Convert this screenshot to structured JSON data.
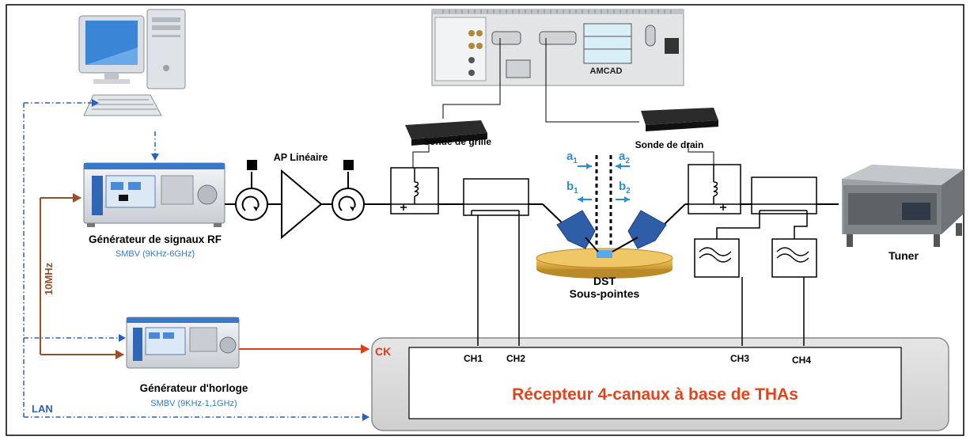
{
  "labels": {
    "rf_gen_title": "Générateur de signaux RF",
    "rf_gen_model": "SMBV (9KHz-6GHz)",
    "clock_gen_title": "Générateur d'horloge",
    "clock_gen_model": "SMBV (9KHz-1,1GHz)",
    "amp": "AP Linéaire",
    "gate_probe": "Sonde de grille",
    "drain_probe": "Sonde de drain",
    "dst": "DST",
    "on_wafer": "Sous-pointes",
    "tuner": "Tuner",
    "ref_10mhz": "10MHz",
    "lan": "LAN",
    "ck": "CK",
    "ch1": "CH1",
    "ch2": "CH2",
    "ch3": "CH3",
    "ch4": "CH4",
    "receiver": "Récepteur 4-canaux à base de THAs",
    "amcad_logo": "AMCAD",
    "wave_a": "a",
    "wave_b": "b",
    "sub_1": "1",
    "sub_2": "2"
  },
  "colors": {
    "frame": "#000000",
    "blue_link": "#2e5fb8",
    "brown_ref": "#9a4f28",
    "red_clock": "#d9401c",
    "receiver_title": "#e0461e",
    "model_text": "#2e7bc4",
    "wave_label": "#2a8fd6",
    "receiver_bg": "#d9d9d9"
  }
}
